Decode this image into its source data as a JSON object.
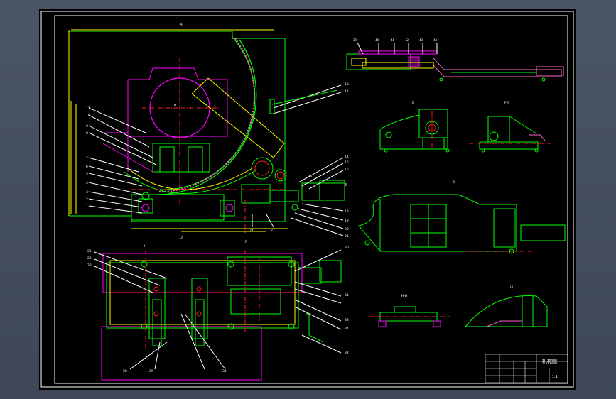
{
  "colors": {
    "background": "#000000",
    "frame": "#ffffff",
    "outline": "#00ff00",
    "hidden_lines": "#ff00ff",
    "centerlines": "#ff2020",
    "dimensions": "#ffff00",
    "leaders": "#00ffff",
    "hatch": "#ff66cc",
    "text": "#ffffff"
  },
  "labels": {
    "view_a": "A",
    "view_e": "E",
    "view_ff": "F-F",
    "view_d": "D",
    "view_hh": "H-H",
    "view_ii": "I-I",
    "view_f": "F",
    "view_h": "H",
    "mark_b": "B",
    "mark_e_side": "E",
    "mark_i": "I",
    "mark_g": "G",
    "mark_d": "D"
  },
  "title_block": {
    "title": "机械图",
    "scale": "1:1"
  },
  "part_numbers": {
    "top_left": [
      "11",
      "10",
      "9",
      "8",
      "7",
      "6",
      "5",
      "4",
      "3",
      "2",
      "1"
    ],
    "top_right": [
      "13",
      "12",
      "14",
      "15",
      "16",
      "18",
      "19",
      "20",
      "21"
    ],
    "bottom_mid": [
      "24",
      "27"
    ],
    "bottom_left": [
      "25",
      "26",
      "23"
    ],
    "bottom_right": [
      "30",
      "31",
      "33",
      "34",
      "32"
    ],
    "bottom_under": [
      "28",
      "29",
      "31"
    ],
    "top_view": [
      "39",
      "40",
      "41",
      "42",
      "43",
      "44"
    ]
  }
}
